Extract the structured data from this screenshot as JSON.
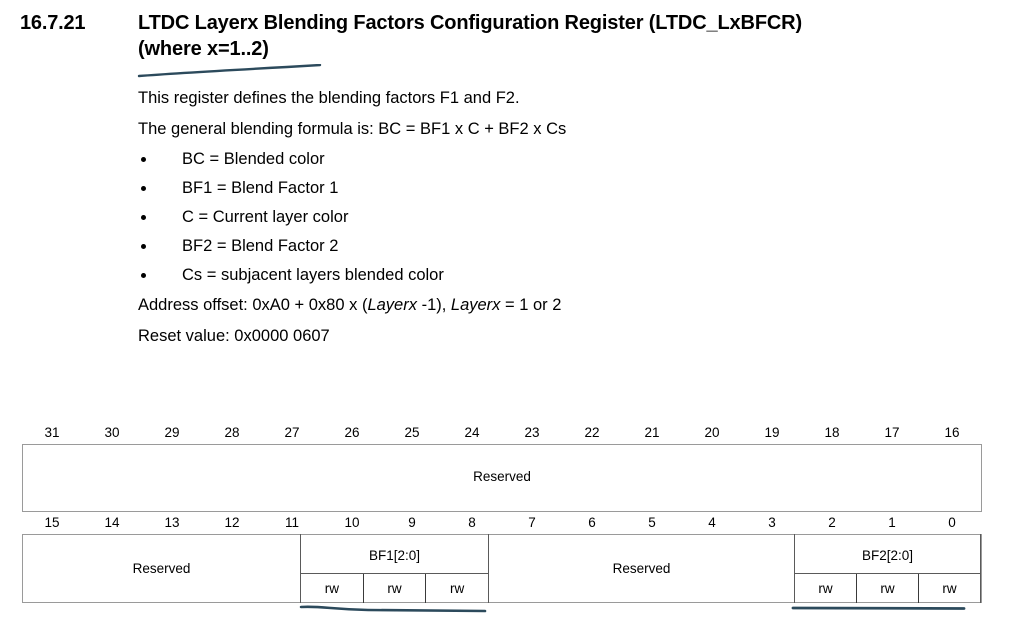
{
  "heading": {
    "number": "16.7.21",
    "title_line1": "LTDC Layerx Blending Factors Configuration Register (LTDC_LxBFCR)",
    "title_line2": "(where x=1..2)"
  },
  "body": {
    "intro": "This register defines the blending factors F1 and F2.",
    "formula": "The general blending formula is: BC = BF1 x C + BF2 x Cs",
    "definitions": [
      "BC = Blended color",
      "BF1 = Blend Factor 1",
      "C = Current layer color",
      "BF2 = Blend Factor 2",
      "Cs = subjacent layers blended color"
    ],
    "address_offset_prefix": "Address offset: 0xA0 + 0x80 x (",
    "address_offset_ital1": "Layerx",
    "address_offset_mid": " -1), ",
    "address_offset_ital2": "Layerx",
    "address_offset_suffix": " = 1 or 2",
    "reset_value": "Reset value: 0x0000 0607"
  },
  "register": {
    "high_half": {
      "bit_numbers": [
        "31",
        "30",
        "29",
        "28",
        "27",
        "26",
        "25",
        "24",
        "23",
        "22",
        "21",
        "20",
        "19",
        "18",
        "17",
        "16"
      ],
      "reserved_label": "Reserved"
    },
    "low_half": {
      "bit_numbers": [
        "15",
        "14",
        "13",
        "12",
        "11",
        "10",
        "9",
        "8",
        "7",
        "6",
        "5",
        "4",
        "3",
        "2",
        "1",
        "0"
      ],
      "reserved_left_label": "Reserved",
      "reserved_mid_label": "Reserved",
      "bf1_label": "BF1[2:0]",
      "bf2_label": "BF2[2:0]",
      "bf1_access": [
        "rw",
        "rw",
        "rw"
      ],
      "bf2_access": [
        "rw",
        "rw",
        "rw"
      ]
    }
  },
  "annotations": {
    "underline_color": "#2c4a5c",
    "title_underline_name": "where-x-underline",
    "bf1_underline_name": "bf1-rw-underline",
    "bf2_underline_name": "bf2-rw-underline"
  },
  "colors": {
    "table_border": "#9a9a9a",
    "inner_border": "#5a5a5a",
    "text": "#000000",
    "background": "#ffffff"
  }
}
